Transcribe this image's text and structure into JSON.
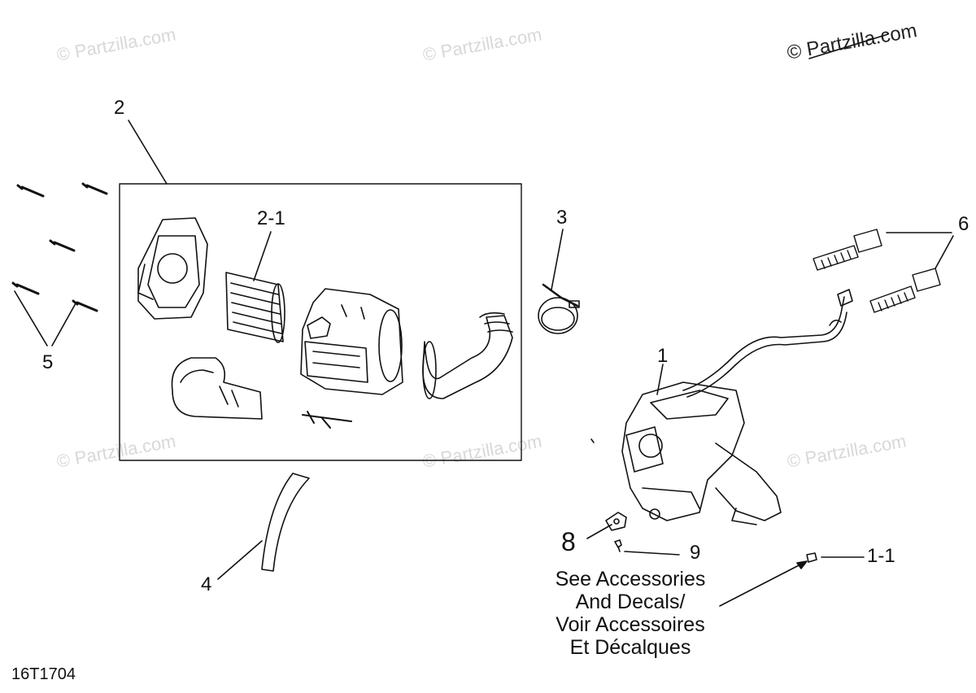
{
  "watermarks": {
    "w1": "© Partzilla.com",
    "w2": "© Partzilla.com",
    "w3": "© Partzilla.com",
    "w4": "© Partzilla.com",
    "w5": "© Partzilla.com",
    "w6": "© Partzilla.com",
    "top_right": "© Partzilla.com"
  },
  "callouts": {
    "c1": "1",
    "c1_1": "1-1",
    "c2": "2",
    "c2_1": "2-1",
    "c3": "3",
    "c4": "4",
    "c5": "5",
    "c6": "6",
    "c8": "8",
    "c9": "9"
  },
  "note": {
    "line1": "See Accessories",
    "line2": "And Decals/",
    "line3": "Voir Accessoires",
    "line4": "Et Décalques"
  },
  "diagram_ref": "16T1704"
}
